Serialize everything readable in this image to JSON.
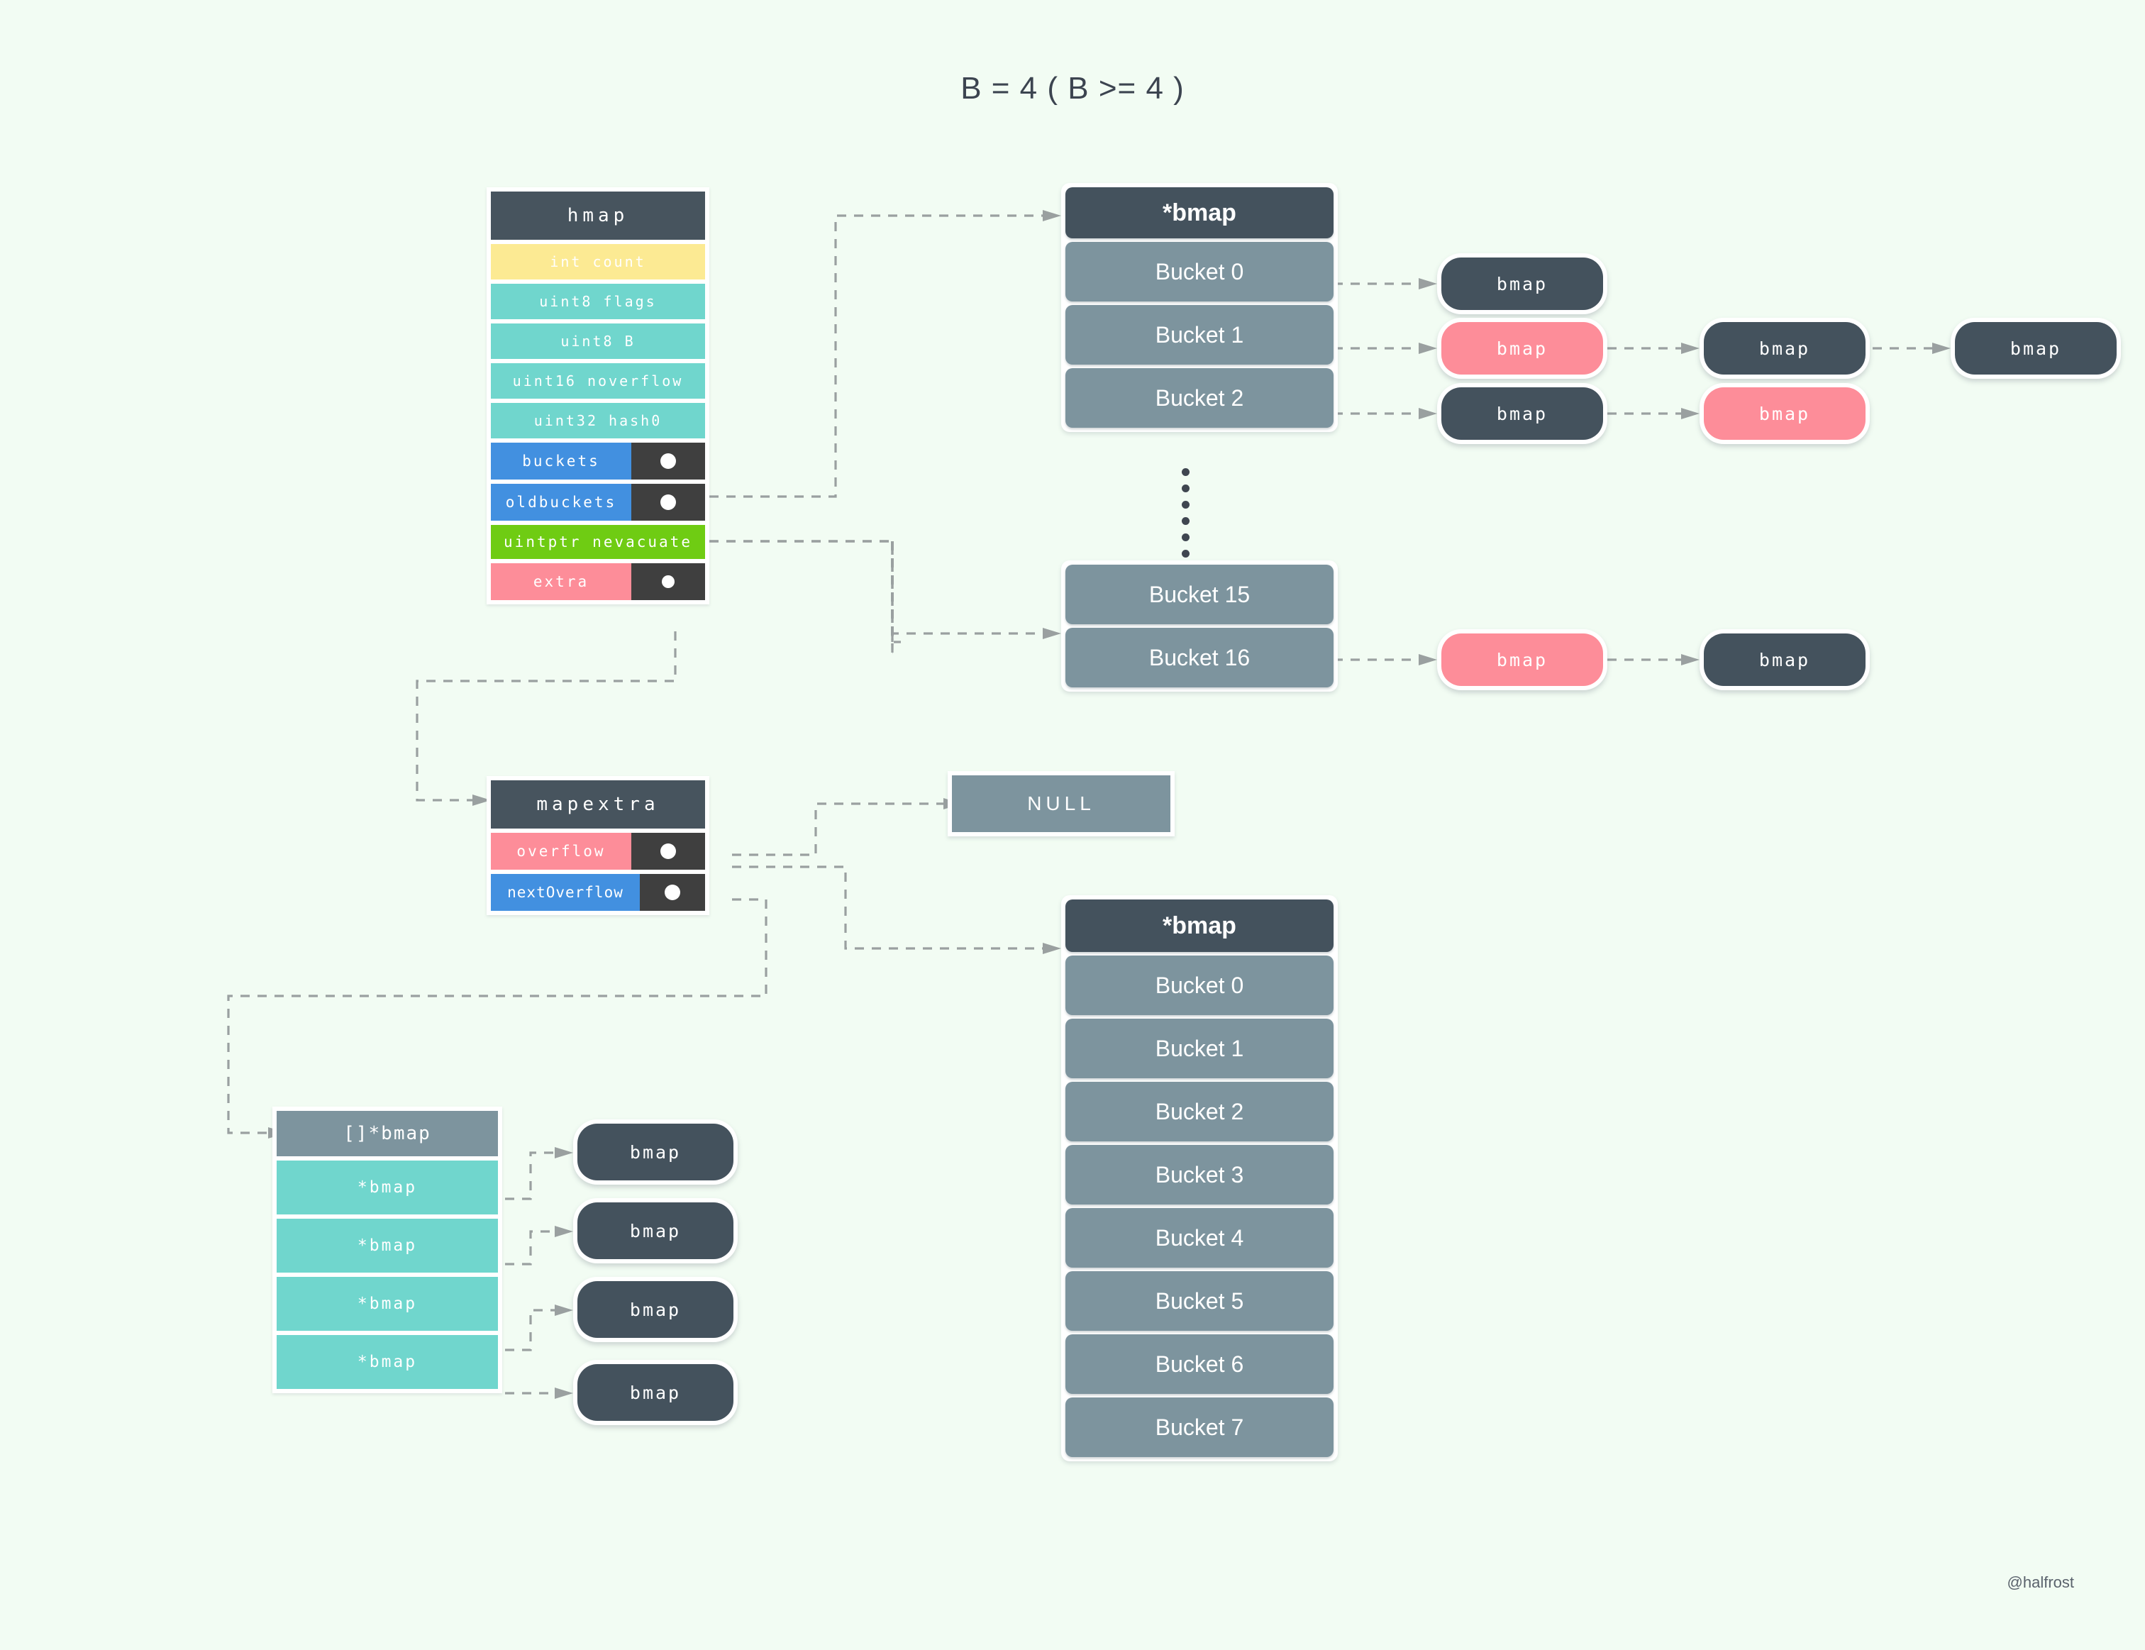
{
  "title": "B = 4 ( B >= 4 )",
  "watermark": "@halfrost",
  "colors": {
    "background": "#f2fcf3",
    "dark_header": "#44525d",
    "bucket_gray": "#7d949e",
    "teal": "#70d6cd",
    "yellow": "#fcea93",
    "blue": "#4290e0",
    "green": "#6fcc13",
    "pink": "#fd8d99",
    "pointer_cell": "#3f3f3f",
    "connector": "#9aa0a0"
  },
  "hmap": {
    "header": "hmap",
    "fields": [
      {
        "label": "int count",
        "color": "yellow",
        "pointer": false
      },
      {
        "label": "uint8 flags",
        "color": "teal",
        "pointer": false
      },
      {
        "label": "uint8 B",
        "color": "teal",
        "pointer": false
      },
      {
        "label": "uint16 noverflow",
        "color": "teal",
        "pointer": false
      },
      {
        "label": "uint32 hash0",
        "color": "teal",
        "pointer": false
      },
      {
        "label": "buckets",
        "color": "blue",
        "pointer": true
      },
      {
        "label": "oldbuckets",
        "color": "blue",
        "pointer": true
      },
      {
        "label": "uintptr nevacuate",
        "color": "green",
        "pointer": false
      },
      {
        "label": "extra",
        "color": "pink",
        "pointer": true
      }
    ]
  },
  "mapextra": {
    "header": "mapextra",
    "fields": [
      {
        "label": "overflow",
        "color": "pink",
        "pointer": true
      },
      {
        "label": "nextOverflow",
        "color": "blue",
        "pointer": true
      }
    ]
  },
  "overflow_array": {
    "header": "[]*bmap",
    "slots": [
      {
        "label": "*bmap",
        "color": "teal"
      },
      {
        "label": "*bmap",
        "color": "teal"
      },
      {
        "label": "*bmap",
        "color": "teal"
      },
      {
        "label": "*bmap",
        "color": "teal"
      }
    ],
    "nodes": [
      {
        "label": "bmap",
        "color": "dark"
      },
      {
        "label": "bmap",
        "color": "dark"
      },
      {
        "label": "bmap",
        "color": "dark"
      },
      {
        "label": "bmap",
        "color": "dark"
      }
    ]
  },
  "new_buckets": {
    "header": "*bmap",
    "buckets": [
      "Bucket 0",
      "Bucket 1",
      "Bucket 2"
    ],
    "chains": [
      {
        "bucket": "Bucket 0",
        "nodes": [
          {
            "label": "bmap",
            "color": "dark"
          }
        ]
      },
      {
        "bucket": "Bucket 1",
        "nodes": [
          {
            "label": "bmap",
            "color": "pink"
          },
          {
            "label": "bmap",
            "color": "dark"
          },
          {
            "label": "bmap",
            "color": "dark"
          }
        ]
      },
      {
        "bucket": "Bucket 2",
        "nodes": [
          {
            "label": "bmap",
            "color": "dark"
          },
          {
            "label": "bmap",
            "color": "pink"
          }
        ]
      }
    ]
  },
  "old_buckets_tail": {
    "buckets": [
      "Bucket 15",
      "Bucket 16"
    ],
    "chains": [
      {
        "bucket": "Bucket 16",
        "nodes": [
          {
            "label": "bmap",
            "color": "pink"
          },
          {
            "label": "bmap",
            "color": "dark"
          }
        ]
      }
    ]
  },
  "null_box": {
    "label": "NULL"
  },
  "bottom_buckets": {
    "header": "*bmap",
    "buckets": [
      "Bucket 0",
      "Bucket 1",
      "Bucket 2",
      "Bucket 3",
      "Bucket 4",
      "Bucket 5",
      "Bucket 6",
      "Bucket 7"
    ]
  },
  "ellipsis_dots": 6
}
